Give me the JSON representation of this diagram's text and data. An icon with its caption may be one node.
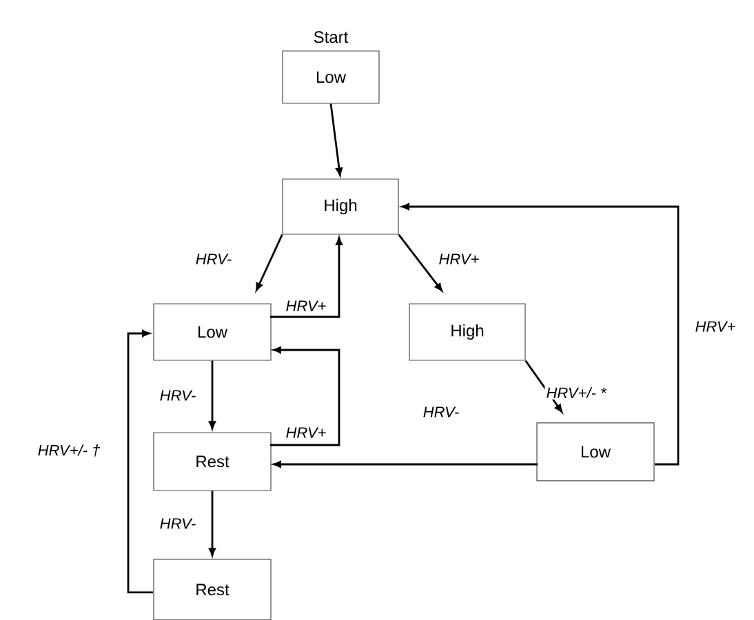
{
  "diagram": {
    "nodes": [
      {
        "text": [
          "Low"
        ],
        "beside": [
          "Start"
        ]
      },
      {
        "text": [
          "High"
        ]
      },
      {
        "text": [
          "Low"
        ]
      },
      {
        "text": [
          "High"
        ]
      },
      {
        "text": [
          "Rest"
        ]
      },
      {
        "text": [
          "Low"
        ]
      },
      {
        "text": [
          "Rest"
        ]
      }
    ],
    "edges": [
      {
        "from": 0,
        "to": 1,
        "arrow": "to"
      },
      {
        "from": 1,
        "to": 2,
        "arrow": "to",
        "label": "HRV-"
      },
      {
        "from": 1,
        "to": 3,
        "arrow": "to",
        "label": "HRV+"
      },
      {
        "from": 2,
        "to": 1,
        "arrow": "to",
        "label": "HRV+"
      },
      {
        "from": 2,
        "to": 4,
        "arrow": "to",
        "label": "HRV-"
      },
      {
        "from": 4,
        "to": 2,
        "arrow": "to",
        "label": "HRV+"
      },
      {
        "from": 4,
        "to": 6,
        "arrow": "to",
        "label": "HRV-"
      },
      {
        "from": 3,
        "to": 5,
        "arrow": "to",
        "label": "HRV+/- *"
      },
      {
        "from": 5,
        "to": 4,
        "arrow": "to",
        "label": "HRV-"
      },
      {
        "from": 5,
        "to": 1,
        "arrow": "to",
        "label": "HRV+"
      },
      {
        "from": 6,
        "to": 2,
        "arrow": "to",
        "label": "HRV+/- †"
      }
    ]
  }
}
